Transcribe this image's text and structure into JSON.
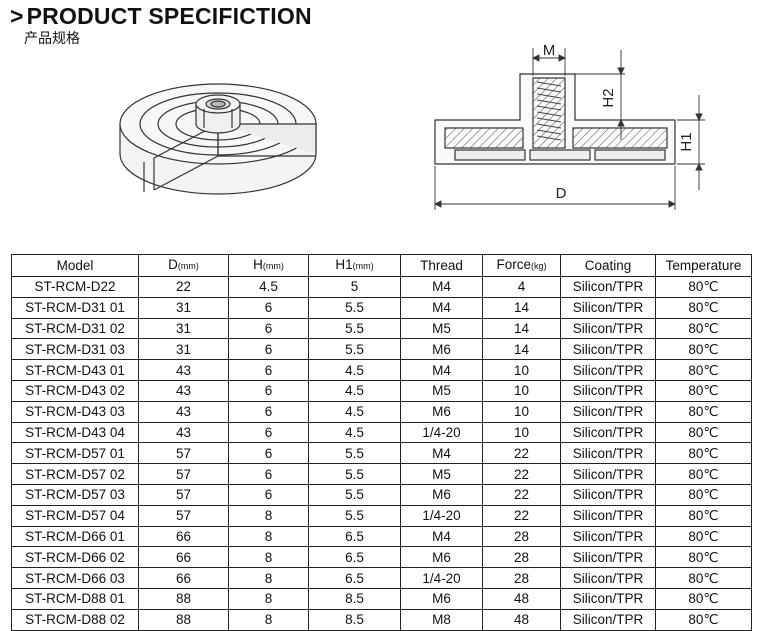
{
  "header": {
    "chevron": ">",
    "title": "PRODUCT SPECIFICTION",
    "subtitle": "产品规格"
  },
  "diagram": {
    "label_m": "M",
    "label_h2": "H2",
    "label_h1": "H1",
    "label_d": "D"
  },
  "table": {
    "headers": [
      {
        "label": "Model",
        "unit": ""
      },
      {
        "label": "D",
        "unit": "(mm)"
      },
      {
        "label": "H",
        "unit": "(mm)"
      },
      {
        "label": "H1",
        "unit": "(mm)"
      },
      {
        "label": "Thread",
        "unit": ""
      },
      {
        "label": "Force",
        "unit": "(kg)"
      },
      {
        "label": "Coating",
        "unit": ""
      },
      {
        "label": "Temperature",
        "unit": ""
      }
    ],
    "rows": [
      [
        "ST-RCM-D22",
        "22",
        "4.5",
        "5",
        "M4",
        "4",
        "Silicon/TPR",
        "80℃"
      ],
      [
        "ST-RCM-D31 01",
        "31",
        "6",
        "5.5",
        "M4",
        "14",
        "Silicon/TPR",
        "80℃"
      ],
      [
        "ST-RCM-D31 02",
        "31",
        "6",
        "5.5",
        "M5",
        "14",
        "Silicon/TPR",
        "80℃"
      ],
      [
        "ST-RCM-D31 03",
        "31",
        "6",
        "5.5",
        "M6",
        "14",
        "Silicon/TPR",
        "80℃"
      ],
      [
        "ST-RCM-D43 01",
        "43",
        "6",
        "4.5",
        "M4",
        "10",
        "Silicon/TPR",
        "80℃"
      ],
      [
        "ST-RCM-D43 02",
        "43",
        "6",
        "4.5",
        "M5",
        "10",
        "Silicon/TPR",
        "80℃"
      ],
      [
        "ST-RCM-D43 03",
        "43",
        "6",
        "4.5",
        "M6",
        "10",
        "Silicon/TPR",
        "80℃"
      ],
      [
        "ST-RCM-D43 04",
        "43",
        "6",
        "4.5",
        "1/4-20",
        "10",
        "Silicon/TPR",
        "80℃"
      ],
      [
        "ST-RCM-D57 01",
        "57",
        "6",
        "5.5",
        "M4",
        "22",
        "Silicon/TPR",
        "80℃"
      ],
      [
        "ST-RCM-D57 02",
        "57",
        "6",
        "5.5",
        "M5",
        "22",
        "Silicon/TPR",
        "80℃"
      ],
      [
        "ST-RCM-D57 03",
        "57",
        "6",
        "5.5",
        "M6",
        "22",
        "Silicon/TPR",
        "80℃"
      ],
      [
        "ST-RCM-D57 04",
        "57",
        "8",
        "5.5",
        "1/4-20",
        "22",
        "Silicon/TPR",
        "80℃"
      ],
      [
        "ST-RCM-D66 01",
        "66",
        "8",
        "6.5",
        "M4",
        "28",
        "Silicon/TPR",
        "80℃"
      ],
      [
        "ST-RCM-D66 02",
        "66",
        "8",
        "6.5",
        "M6",
        "28",
        "Silicon/TPR",
        "80℃"
      ],
      [
        "ST-RCM-D66 03",
        "66",
        "8",
        "6.5",
        "1/4-20",
        "28",
        "Silicon/TPR",
        "80℃"
      ],
      [
        "ST-RCM-D88 01",
        "88",
        "8",
        "8.5",
        "M6",
        "48",
        "Silicon/TPR",
        "80℃"
      ],
      [
        "ST-RCM-D88 02",
        "88",
        "8",
        "8.5",
        "M8",
        "48",
        "Silicon/TPR",
        "80℃"
      ]
    ]
  }
}
